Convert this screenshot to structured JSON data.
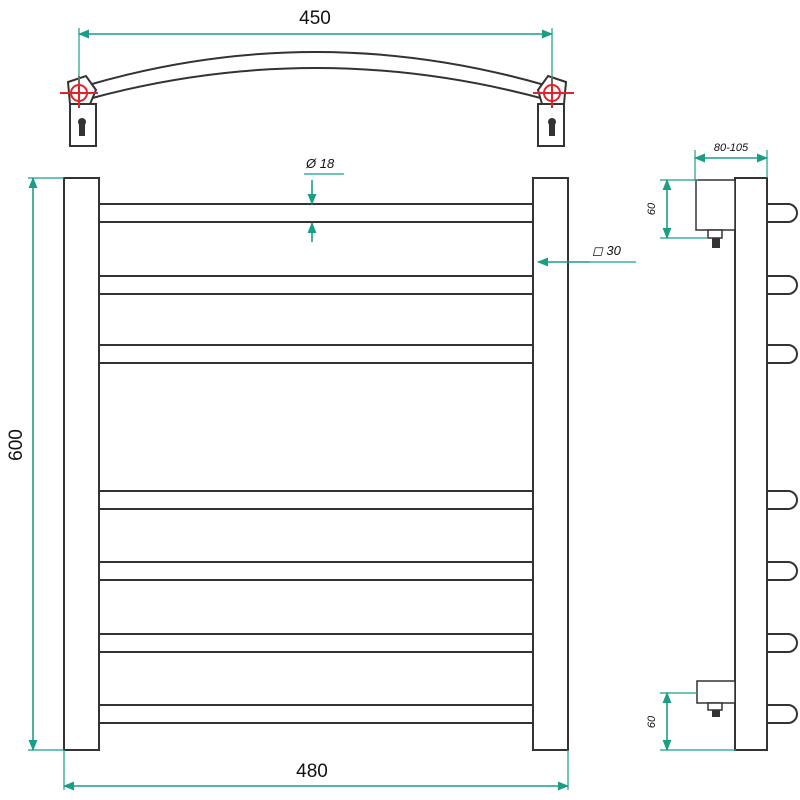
{
  "dimensions": {
    "top_width": "450",
    "bottom_width": "480",
    "height": "600",
    "tube_diameter": "Ø 18",
    "profile": "◻ 30",
    "wall_offset": "80-105",
    "connector_top": "60",
    "connector_bottom": "60"
  },
  "colors": {
    "dimension_line": "#1a9e86",
    "outline": "#333333",
    "center_mark": "#e0242b"
  },
  "rungs": {
    "count": 7
  }
}
